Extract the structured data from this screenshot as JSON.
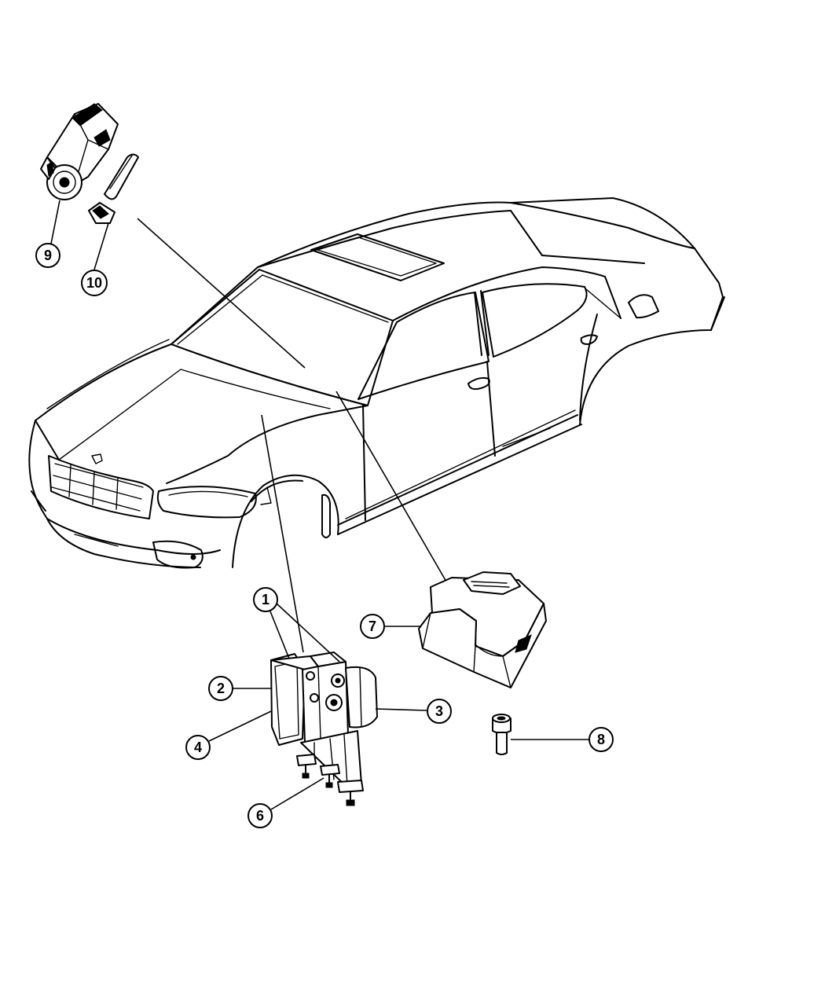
{
  "callouts": [
    {
      "id": "1",
      "label": "1"
    },
    {
      "id": "2",
      "label": "2"
    },
    {
      "id": "3",
      "label": "3"
    },
    {
      "id": "4",
      "label": "4"
    },
    {
      "id": "6",
      "label": "6"
    },
    {
      "id": "7",
      "label": "7"
    },
    {
      "id": "8",
      "label": "8"
    },
    {
      "id": "9",
      "label": "9"
    },
    {
      "id": "10",
      "label": "10"
    }
  ]
}
